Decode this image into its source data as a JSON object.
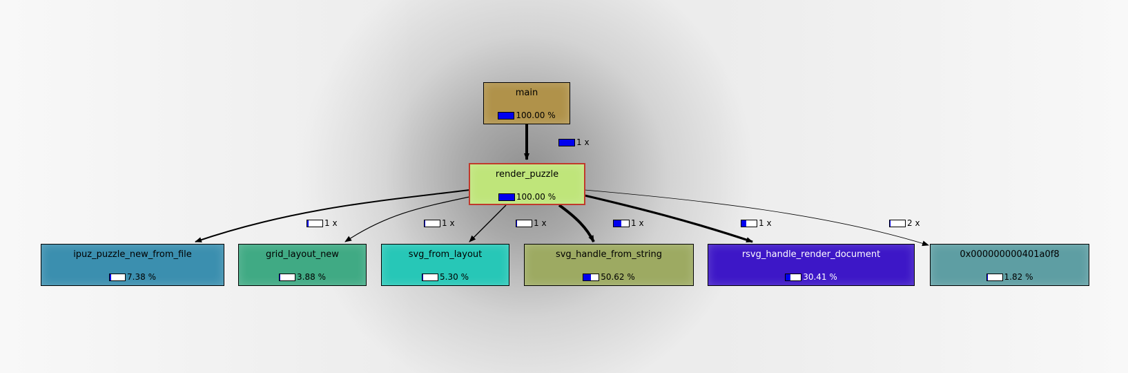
{
  "nodes": {
    "main": {
      "name": "main",
      "percent_text": "100.00 %",
      "percent": 100.0,
      "color": "#b0924a"
    },
    "render_puzzle": {
      "name": "render_puzzle",
      "percent_text": "100.00 %",
      "percent": 100.0,
      "color": "#bfe57a",
      "selected": true
    },
    "ipuz_puzzle_new_from_file": {
      "name": "ipuz_puzzle_new_from_file",
      "percent_text": "7.38 %",
      "percent": 7.38,
      "color": "#3b8faf"
    },
    "grid_layout_new": {
      "name": "grid_layout_new",
      "percent_text": "3.88 %",
      "percent": 3.88,
      "color": "#40aa84"
    },
    "svg_from_layout": {
      "name": "svg_from_layout",
      "percent_text": "5.30 %",
      "percent": 5.3,
      "color": "#27c7b7"
    },
    "svg_handle_from_string": {
      "name": "svg_handle_from_string",
      "percent_text": "50.62 %",
      "percent": 50.62,
      "color": "#9daa62"
    },
    "rsvg_handle_render_document": {
      "name": "rsvg_handle_render_document",
      "percent_text": "30.41 %",
      "percent": 30.41,
      "color": "#3d17c7"
    },
    "addr_401a0f8": {
      "name": "0x000000000401a0f8",
      "percent_text": "1.82 %",
      "percent": 1.82,
      "color": "#5e9ea3"
    }
  },
  "edges": [
    {
      "from": "main",
      "to": "render_puzzle",
      "label": "1 x",
      "fraction": 1.0
    },
    {
      "from": "render_puzzle",
      "to": "ipuz_puzzle_new_from_file",
      "label": "1 x",
      "fraction": 0.07
    },
    {
      "from": "render_puzzle",
      "to": "grid_layout_new",
      "label": "1 x",
      "fraction": 0.04
    },
    {
      "from": "render_puzzle",
      "to": "svg_from_layout",
      "label": "1 x",
      "fraction": 0.05
    },
    {
      "from": "render_puzzle",
      "to": "svg_handle_from_string",
      "label": "1 x",
      "fraction": 0.51
    },
    {
      "from": "render_puzzle",
      "to": "rsvg_handle_render_document",
      "label": "1 x",
      "fraction": 0.3
    },
    {
      "from": "render_puzzle",
      "to": "addr_401a0f8",
      "label": "2 x",
      "fraction": 0.02
    }
  ]
}
